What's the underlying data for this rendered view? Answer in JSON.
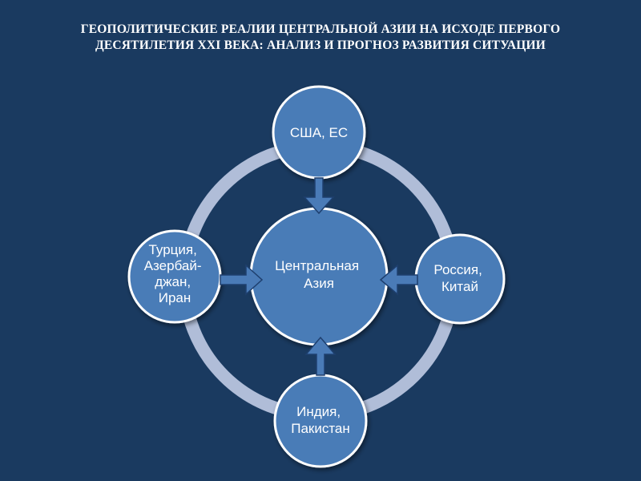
{
  "title": {
    "line1": "ГЕОПОЛИТИЧЕСКИЕ РЕАЛИИ ЦЕНТРАЛЬНОЙ АЗИИ НА ИСХОДЕ ПЕРВОГО",
    "line2": "ДЕСЯТИЛЕТИЯ XXI ВЕКА: АНАЛИЗ  И  ПРОГНОЗ  РАЗВИТИЯ  СИТУАЦИИ"
  },
  "diagram": {
    "center": {
      "lines": [
        "Центральная",
        "Азия"
      ]
    },
    "top": {
      "lines": [
        "США, ЕС"
      ]
    },
    "right": {
      "lines": [
        "Россия,",
        "Китай"
      ]
    },
    "bottom": {
      "lines": [
        "Индия,",
        "Пакистан"
      ]
    },
    "left": {
      "lines": [
        "Турция,",
        "Азербай-",
        "джан,",
        "Иран"
      ]
    }
  },
  "colors": {
    "background": "#1a3a60",
    "node_fill": "#4a7bb7",
    "node_stroke": "#ffffff",
    "ring": "#b0bdd8",
    "arrow_fill": "#4a7bb7",
    "arrow_stroke": "#1e3f6e"
  }
}
